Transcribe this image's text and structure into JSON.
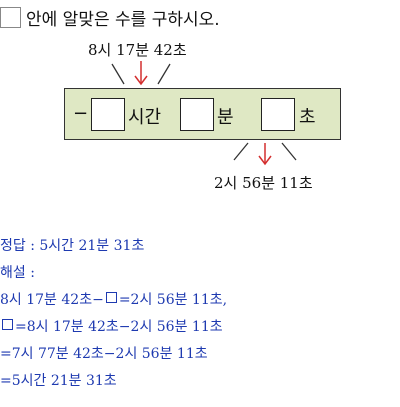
{
  "question": "안에 알맞은 수를 구하시오.",
  "diagram": {
    "top_time": "8시 17분 42초",
    "bottom_time": "2시 56분 11초",
    "minus": "−",
    "unit_hours": "시간",
    "unit_minutes": "분",
    "unit_seconds": "초"
  },
  "answer": {
    "line1": "정답 : 5시간 21분 31초",
    "line2": "해설 :",
    "line3_pre": "8시 17분 42초−",
    "line3_post": "=2시 56분 11초,",
    "line4_post": "=8시 17분 42초−2시 56분 11초",
    "line5": "=7시 77분 42초−2시 56분 11초",
    "line6": "=5시간 21분 31초"
  },
  "colors": {
    "arrow": "#d32f2f",
    "panel": "#dfe8c4",
    "answer": "#1e3ab0"
  }
}
